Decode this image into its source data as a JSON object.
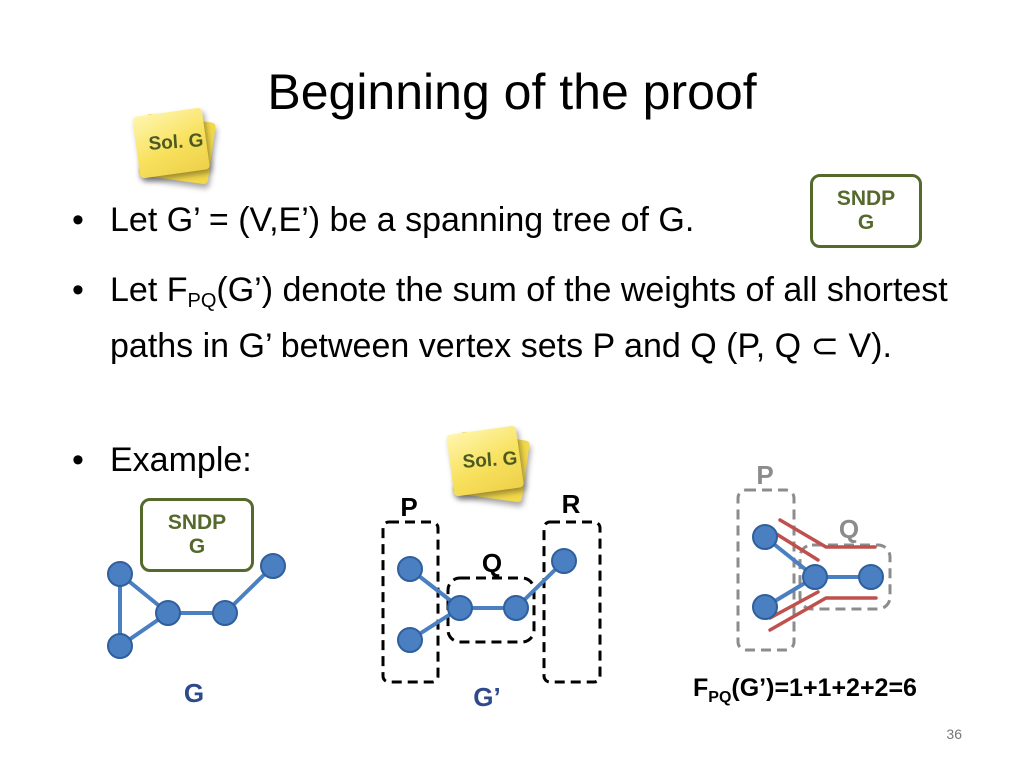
{
  "slide": {
    "title": "Beginning of the proof",
    "page_number": "36"
  },
  "bullets": {
    "marker": "•",
    "b1": "Let G’ = (V,E’) be a spanning tree of G.",
    "b2_pre": "Let F",
    "b2_sub": "PQ",
    "b2_post": "(G’) denote the sum of the weights of all shortest paths in G’ between vertex sets P and Q (P, Q ⊂ V).",
    "b3": "Example:"
  },
  "notes": {
    "sol_g": "Sol. G",
    "sndp_line1": "SNDP",
    "sndp_line2": "G"
  },
  "diagram_labels": {
    "graph_g": "G",
    "graph_g_prime": "G’",
    "set_p": "P",
    "set_q": "Q",
    "set_r": "R",
    "formula_pre": "F",
    "formula_sub": "PQ",
    "formula_post": "(G’)=1+1+2+2=6"
  },
  "colors": {
    "node_fill": "#4a7fc1",
    "edge": "#4a7fc1",
    "box_border": "#55692c",
    "path_red": "#c0504d",
    "label_blue": "#2e4a8a",
    "gray_label": "#8c8c8c"
  }
}
